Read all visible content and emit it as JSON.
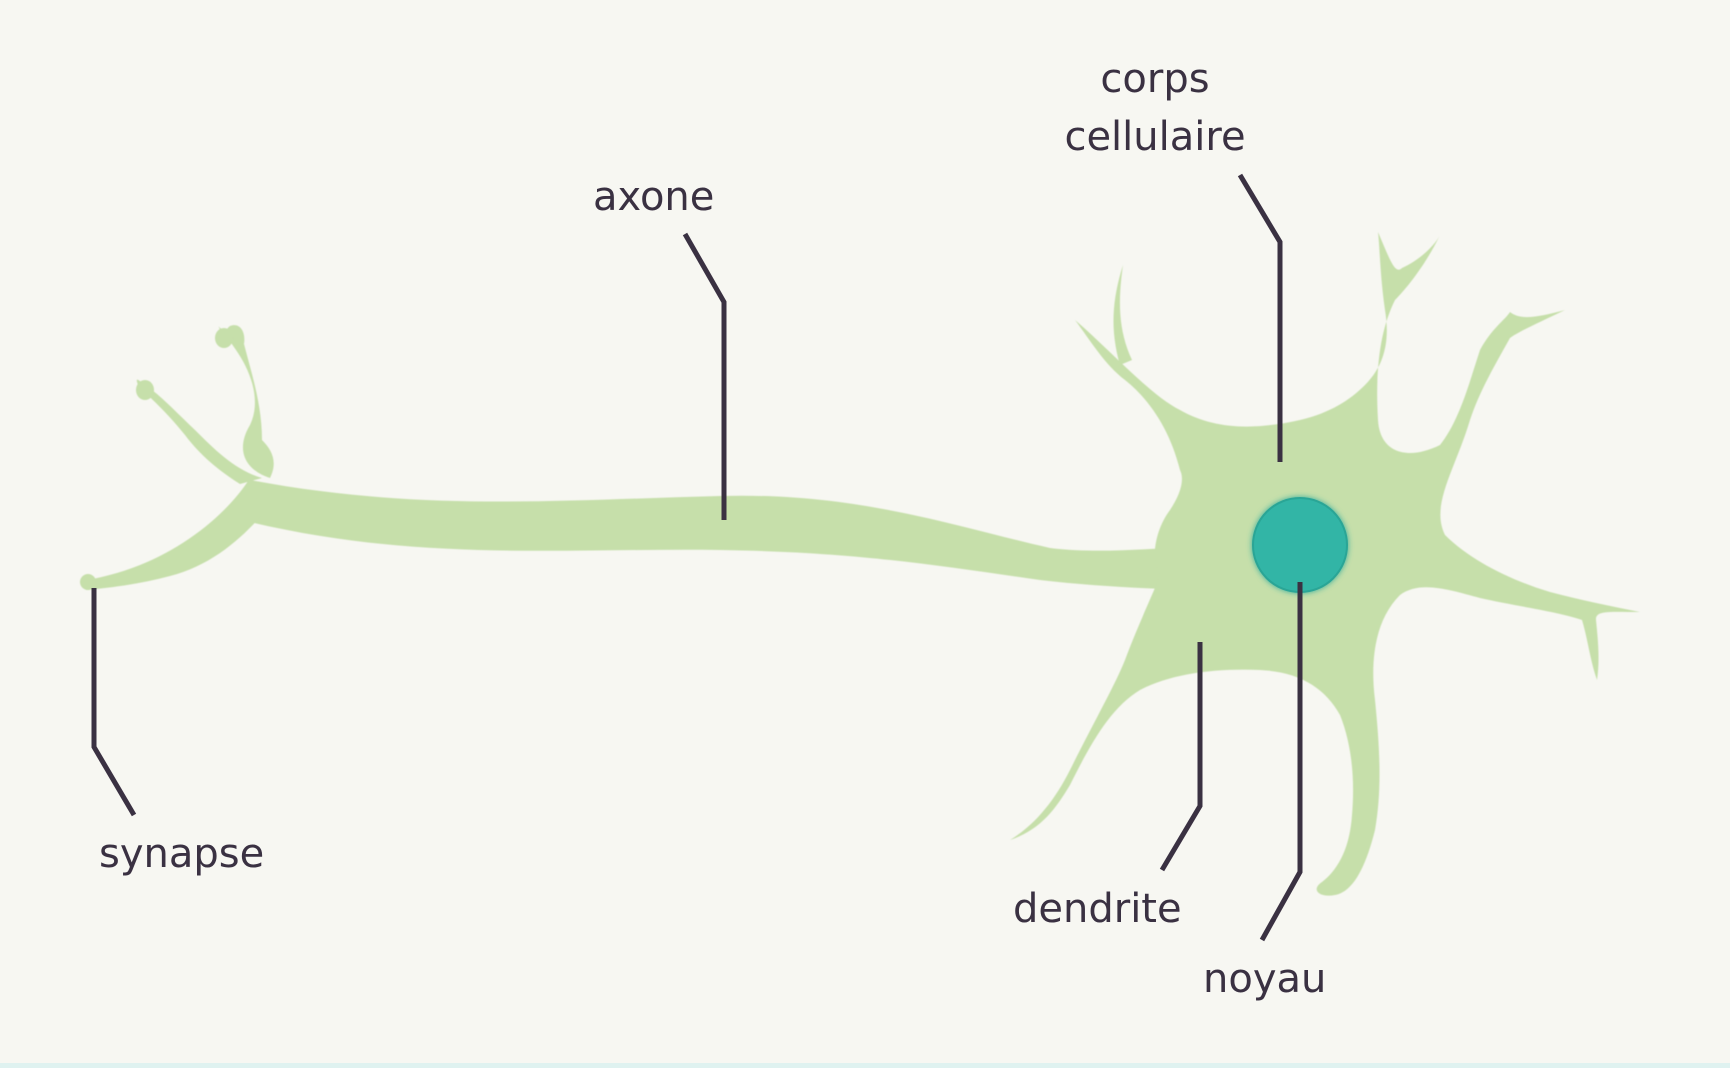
{
  "labels": {
    "corps_line1": "corps",
    "corps_line2": "cellulaire",
    "axone": "axone",
    "synapse": "synapse",
    "dendrite": "dendrite",
    "noyau": "noyau"
  },
  "colors": {
    "background": "#f7f7f2",
    "neuron": "#c6dfaa",
    "nucleus": "#31b5a6",
    "leader": "#3a3142",
    "text": "#3a3142"
  }
}
